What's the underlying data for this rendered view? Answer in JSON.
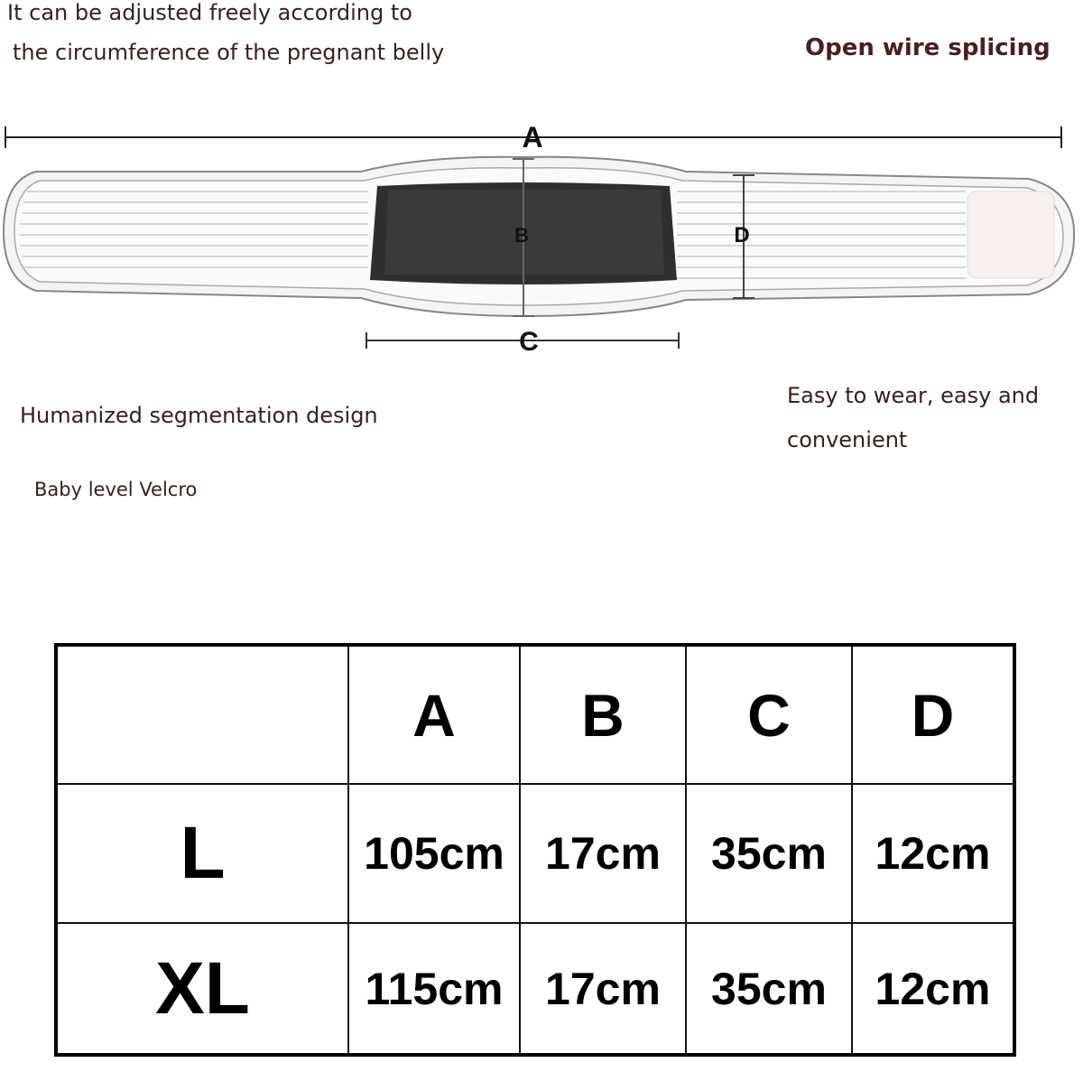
{
  "captions": {
    "adjust_line1": "It can be adjusted freely according to",
    "adjust_line2": "the circumference of the pregnant belly",
    "open_wire": "Open wire splicing",
    "humanized": "Humanized segmentation design",
    "easy_line1": "Easy to wear, easy and",
    "easy_line2": "convenient",
    "velcro": "Baby level Velcro"
  },
  "diagram": {
    "labels": {
      "a": "A",
      "b": "B",
      "c": "C",
      "d": "D"
    }
  },
  "size_table": {
    "columns": [
      "",
      "A",
      "B",
      "C",
      "D"
    ],
    "rows": [
      {
        "size": "L",
        "values": [
          "105cm",
          "17cm",
          "35cm",
          "12cm"
        ]
      },
      {
        "size": "XL",
        "values": [
          "115cm",
          "17cm",
          "35cm",
          "12cm"
        ]
      }
    ]
  }
}
